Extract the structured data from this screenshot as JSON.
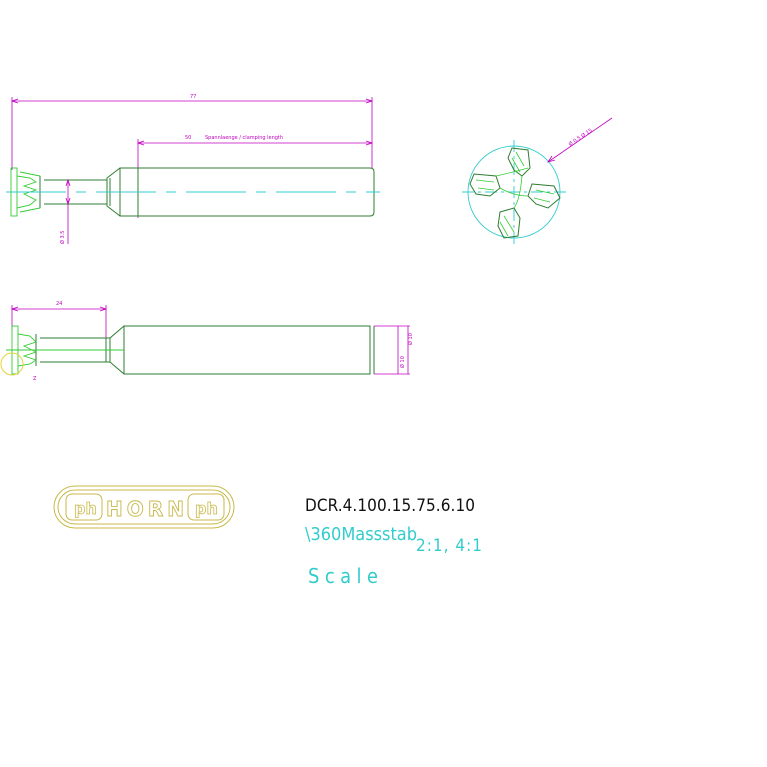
{
  "colors": {
    "background": "#ffffff",
    "outline": "#2e7d32",
    "detail": "#33cc33",
    "dimension": "#c000c0",
    "centerline": "#33cccc",
    "logo": "#c8b84a",
    "title_text": "#111111",
    "scale_text": "#33cccc",
    "marker": "#e6d23c"
  },
  "dimensions": {
    "overall_length": "77",
    "clamping_length": "50",
    "clamping_label": "Spannlaenge / clamping length",
    "neck_diameter": "Ø 3.5",
    "reach_length": "24",
    "shank_diameter": "Ø 10",
    "shank_diameter_2": "Ø 10",
    "detail_marker": "Z",
    "end_view_dims": "Ø 0.5 Ø 15"
  },
  "logo": {
    "text": "HORN",
    "mark": "ph"
  },
  "title_block": {
    "part_number": "DCR.4.100.15.75.6.10",
    "scale_prefix": "\\360Massstab",
    "scale_values": "2:1, 4:1",
    "scale_label": "Scale"
  }
}
